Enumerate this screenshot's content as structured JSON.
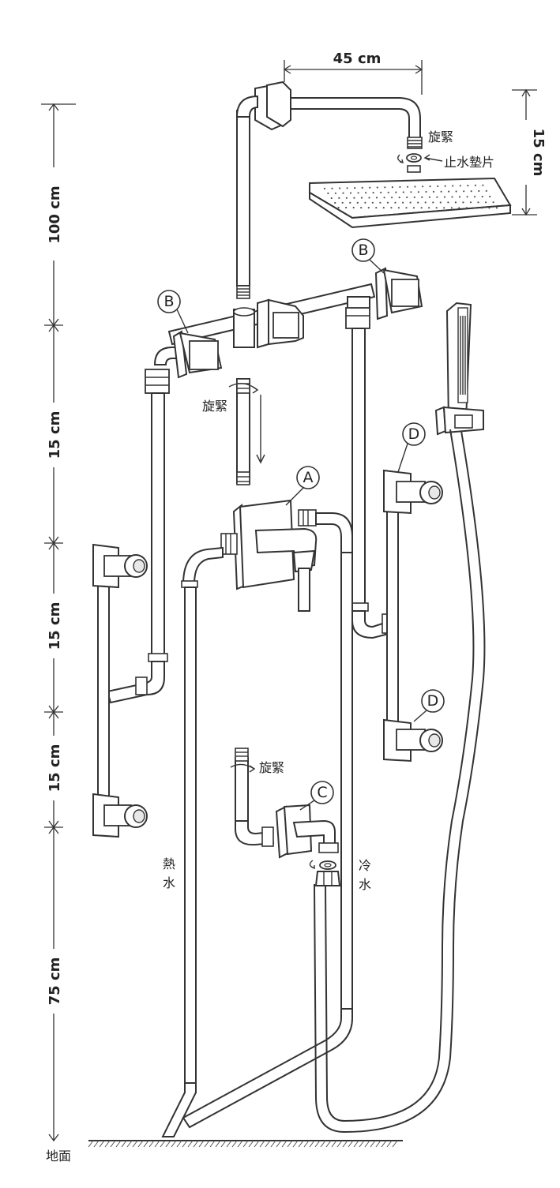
{
  "dimensions": {
    "arm_width": "45 cm",
    "head_drop": "15 cm",
    "seg_1": "100 cm",
    "seg_2": "15 cm",
    "seg_3": "15 cm",
    "seg_4": "15 cm",
    "seg_5": "75 cm"
  },
  "labels": {
    "tighten_top": "旋緊",
    "washer": "止水墊片",
    "tighten_mid": "旋緊",
    "tighten_low": "旋緊",
    "hot_water": [
      "熱",
      "水"
    ],
    "cold_water": [
      "冷",
      "水"
    ],
    "ground": "地面"
  },
  "badges": {
    "a": "A",
    "b_left": "B",
    "b_right": "B",
    "c": "C",
    "d_upper": "D",
    "d_lower": "D"
  }
}
